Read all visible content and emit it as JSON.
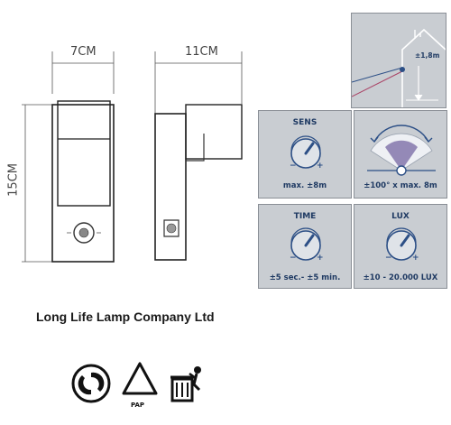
{
  "dimensions": {
    "width": "7CM",
    "depth": "11CM",
    "height": "15CM"
  },
  "company": "Long Life Lamp Company Ltd",
  "mount_height": "±1,8m",
  "panels": {
    "sens": {
      "title": "SENS",
      "value": "max. ±8m"
    },
    "angle": {
      "value": "±100° x max. 8m"
    },
    "time": {
      "title": "TIME",
      "value": "±5 sec.- ±5 min."
    },
    "lux": {
      "title": "LUX",
      "value": "±10 - 20.000 LUX"
    }
  },
  "recycling": {
    "pap_label": "PAP"
  },
  "colors": {
    "panel_bg": "#c9cdd2",
    "label_blue": "#1f3a63",
    "accent_blue": "#2c4f86"
  }
}
